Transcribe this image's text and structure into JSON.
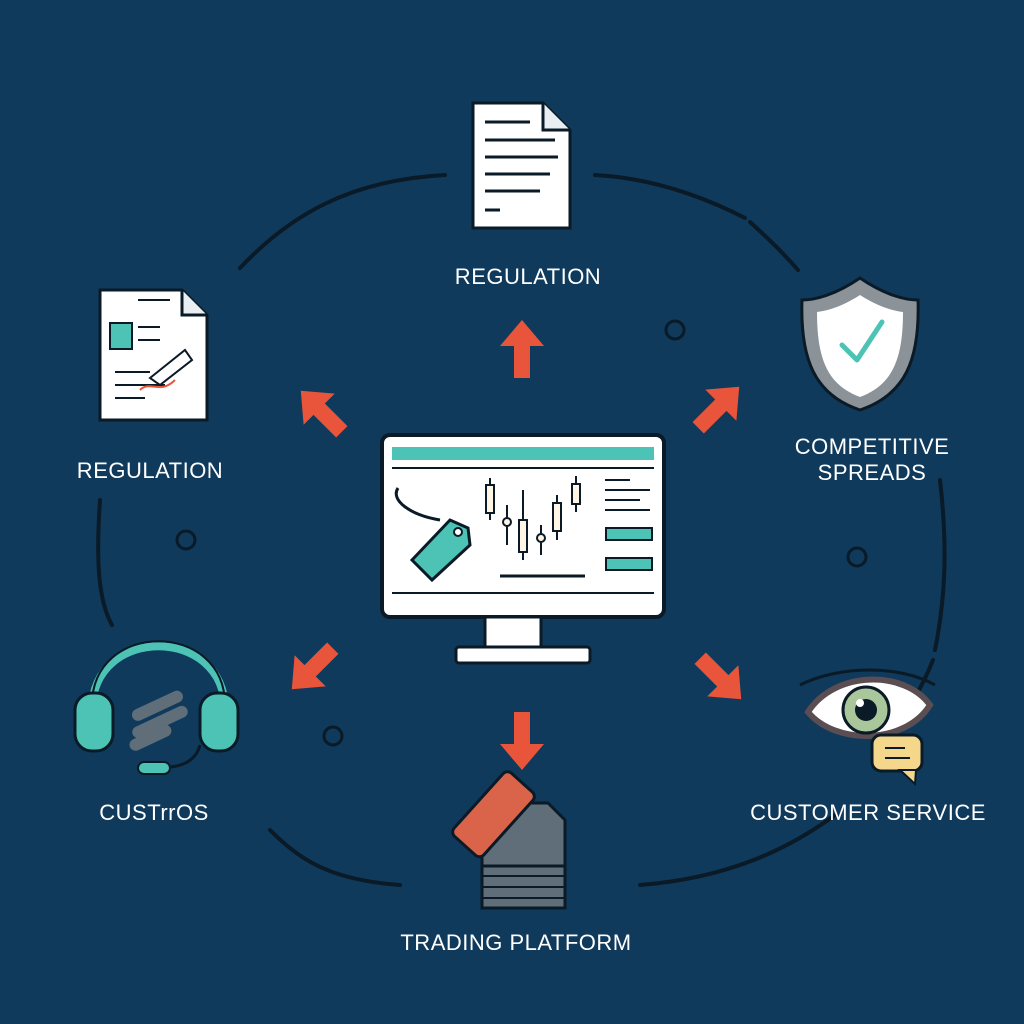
{
  "colors": {
    "background": "#0f3a5c",
    "arrow": "#e8553a",
    "accent": "#4cc3b4",
    "line": "#0a1a26",
    "label": "#ffffff"
  },
  "labels": {
    "top": "REGULATION",
    "left": "REGULATION",
    "right_line1": "COMPETITIVE",
    "right_line2": "SPREADS",
    "bottom_left": "CUSTrrOS",
    "bottom": "TRADING PLATFORM",
    "bottom_right": "CUSTOMER SERVICE"
  },
  "icons": {
    "top": "document-icon",
    "left": "signed-document-icon",
    "right": "shield-check-icon",
    "bottom_left": "headset-icon",
    "bottom": "stamp-icon",
    "bottom_right": "eye-chat-icon",
    "center": "monitor-chart-icon"
  }
}
